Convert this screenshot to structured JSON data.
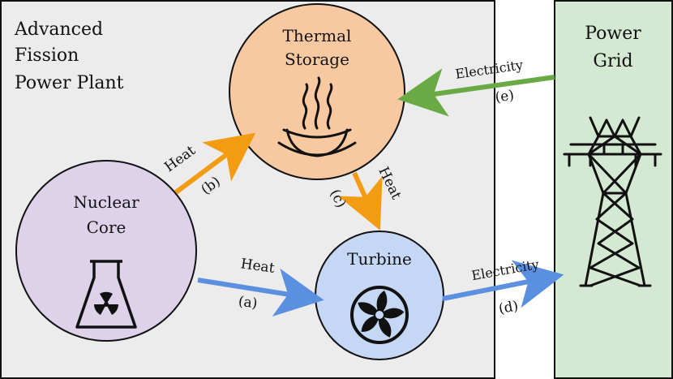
{
  "plant": {
    "title_line1": "Advanced",
    "title_line2": "Fission",
    "title_line3": "Power Plant"
  },
  "grid": {
    "title_line1": "Power",
    "title_line2": "Grid"
  },
  "nodes": {
    "thermal": {
      "line1": "Thermal",
      "line2": "Storage"
    },
    "nuclear": {
      "line1": "Nuclear",
      "line2": "Core"
    },
    "turbine": {
      "line1": "Turbine"
    }
  },
  "edges": {
    "a": {
      "label": "Heat",
      "tag": "(a)"
    },
    "b": {
      "label": "Heat",
      "tag": "(b)"
    },
    "c": {
      "label": "Heat",
      "tag": "(c)"
    },
    "d": {
      "label": "Electricity",
      "tag": "(d)"
    },
    "e": {
      "label": "Electricity",
      "tag": "(e)"
    }
  },
  "colors": {
    "plant_bg": "#ececec",
    "grid_bg": "#d4e9d1",
    "thermal": "#f8c9a0",
    "nuclear": "#ddd2ea",
    "turbine": "#c4d8f6",
    "heat_orange": "#f39c12",
    "heat_blue": "#5b8fe0",
    "elec_green": "#6aaa45"
  }
}
